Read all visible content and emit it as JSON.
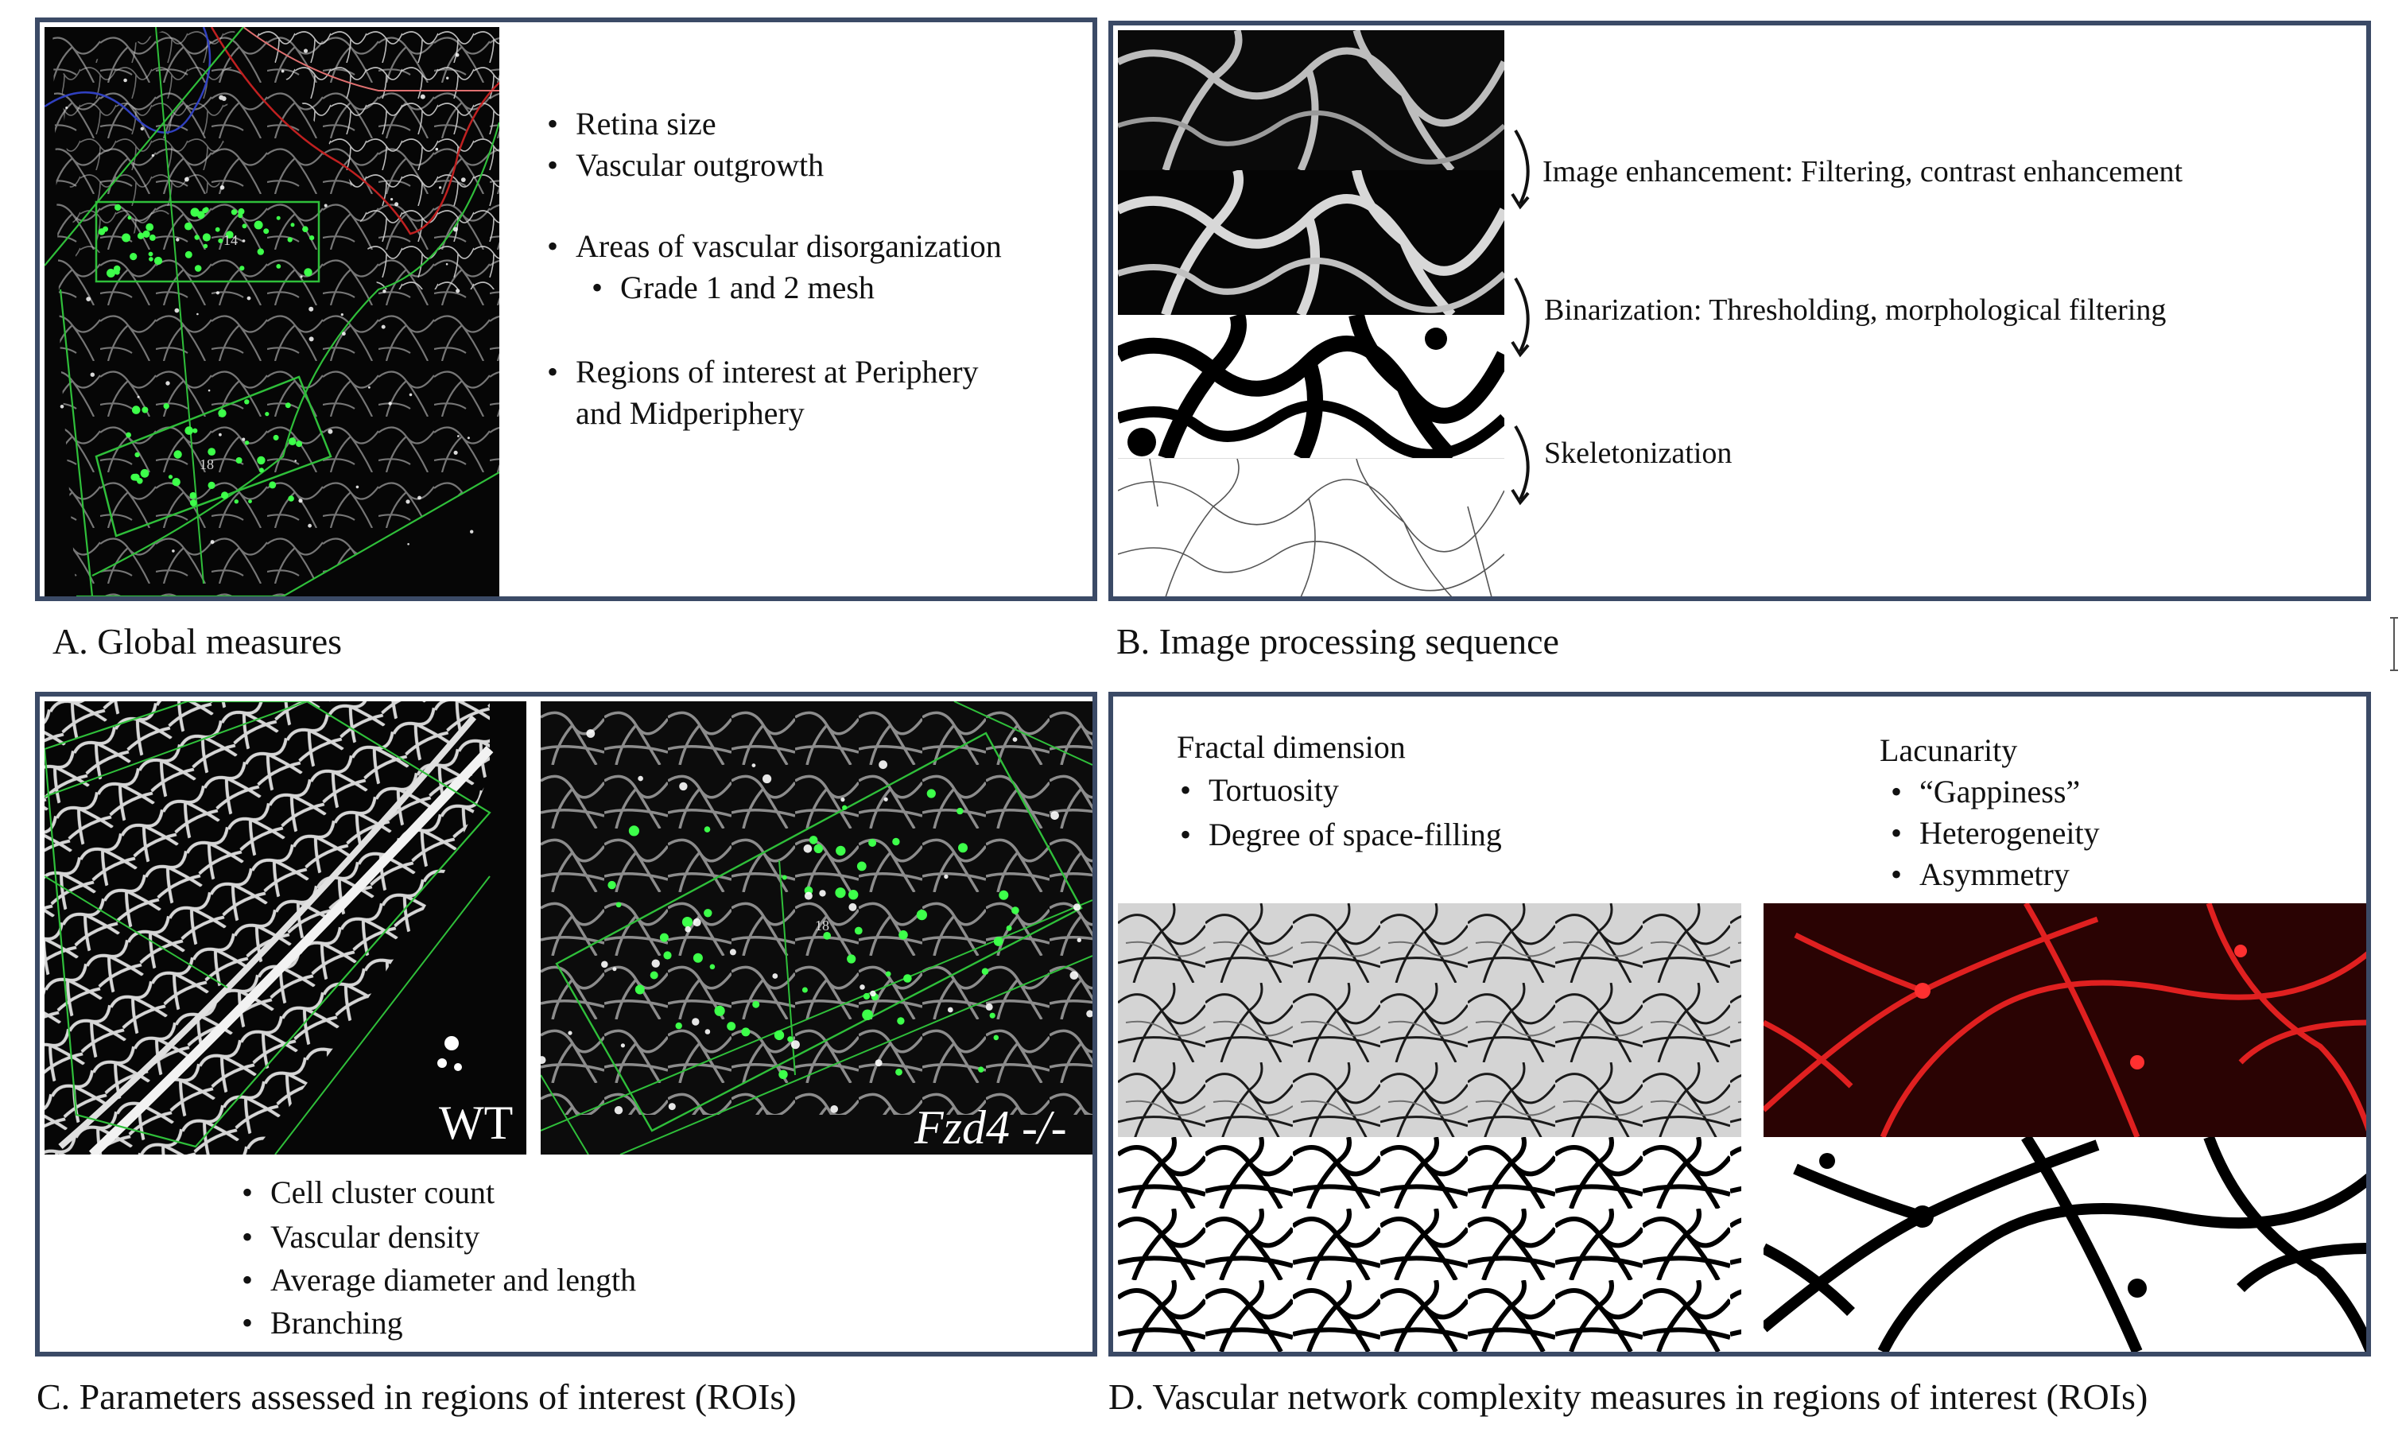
{
  "panel_a": {
    "caption": "A. Global measures",
    "bullets": [
      {
        "text": "Retina size",
        "level": 1
      },
      {
        "text": "Vascular outgrowth",
        "level": 1
      },
      {
        "text": "Areas of vascular disorganization",
        "level": 1
      },
      {
        "text": "Grade 1 and 2  mesh",
        "level": 2
      },
      {
        "text": "Regions of interest at Periphery",
        "level": 1
      },
      {
        "text": "and Midperiphery",
        "level": 0
      }
    ],
    "roi_labels": [
      "14",
      "18"
    ]
  },
  "panel_b": {
    "caption": "B. Image processing sequence",
    "steps": [
      "Image enhancement: Filtering, contrast enhancement",
      "Binarization: Thresholding, morphological filtering",
      "Skeletonization"
    ]
  },
  "panel_c": {
    "caption": "C. Parameters assessed in regions of interest (ROIs)",
    "image_labels": {
      "left": "WT",
      "right": "Fzd4 -/-"
    },
    "roi_label": "18",
    "bullets": [
      "Cell cluster count",
      "Vascular density",
      "Average diameter and length",
      "Branching"
    ]
  },
  "panel_d": {
    "caption": "D. Vascular network complexity measures in regions of interest (ROIs)",
    "fractal": {
      "heading": "Fractal dimension",
      "items": [
        "Tortuosity",
        "Degree of space-filling"
      ]
    },
    "lacunarity": {
      "heading": "Lacunarity",
      "items": [
        "“Gappiness”",
        "Heterogeneity",
        "Asymmetry"
      ]
    }
  },
  "colors": {
    "panel_border": "#3b4a66",
    "roi_outline": "#2fbf3a",
    "roi_dots": "#3dff4a",
    "vessel_red": "#e02020",
    "blue_outline": "#3040c0",
    "red_outline": "#c02020"
  },
  "icons": {
    "step_arrow": "curved-arrow-icon",
    "bullet": "bullet-dot-icon"
  }
}
